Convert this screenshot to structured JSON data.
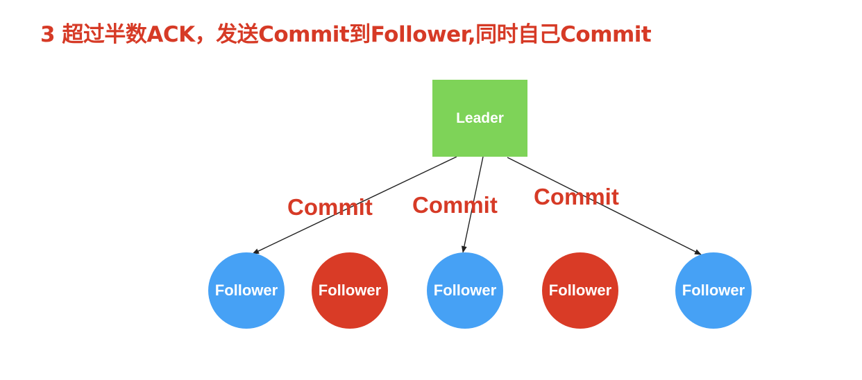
{
  "title": "3 超过半数ACK，发送Commit到Follower,同时自己Commit",
  "leader": {
    "label": "Leader",
    "color": "#7ed358"
  },
  "followers": [
    {
      "label": "Follower",
      "state": "receives-commit",
      "color": "#46a1f5"
    },
    {
      "label": "Follower",
      "state": "no-commit",
      "color": "#d93b26"
    },
    {
      "label": "Follower",
      "state": "receives-commit",
      "color": "#46a1f5"
    },
    {
      "label": "Follower",
      "state": "no-commit",
      "color": "#d93b26"
    },
    {
      "label": "Follower",
      "state": "receives-commit",
      "color": "#46a1f5"
    }
  ],
  "edges": [
    {
      "from": "leader",
      "to": "follower-1",
      "label": "Commit"
    },
    {
      "from": "leader",
      "to": "follower-3",
      "label": "Commit"
    },
    {
      "from": "leader",
      "to": "follower-5",
      "label": "Commit"
    }
  ],
  "colors": {
    "title": "#d63a26",
    "edge_label": "#d63a26",
    "arrow": "#222222"
  }
}
